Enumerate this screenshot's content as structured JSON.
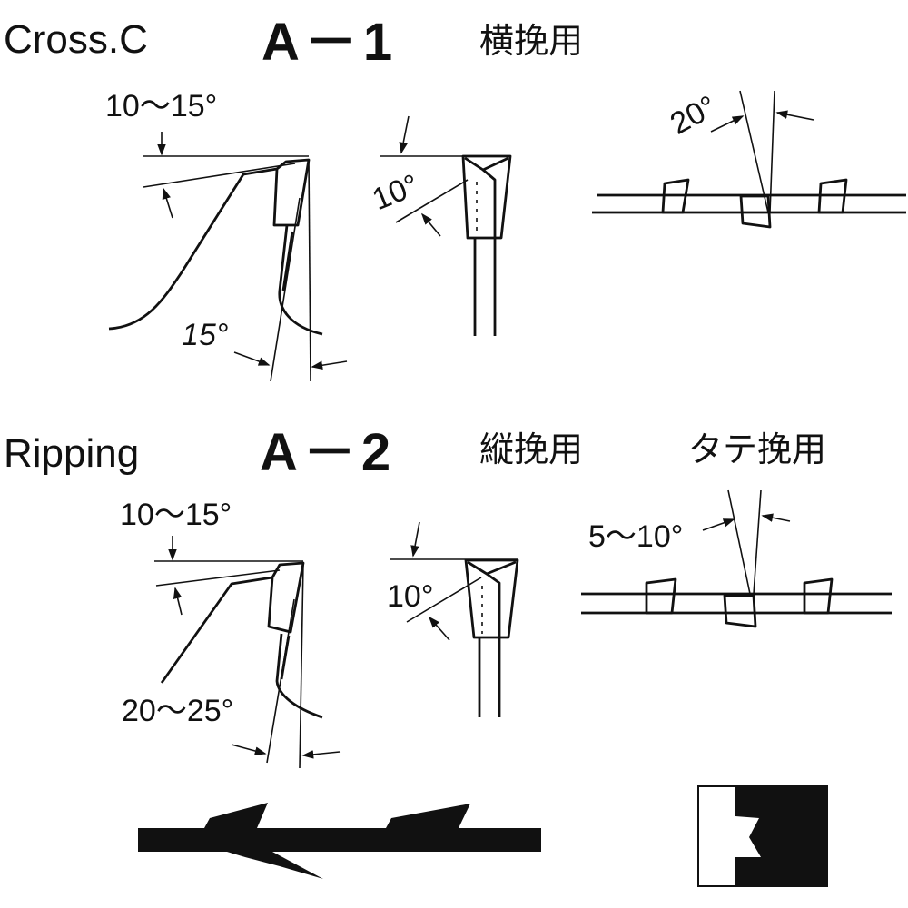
{
  "sections": [
    {
      "id": "cross-cut",
      "label_en": "Cross.C",
      "code": "A－1",
      "label_jp": "横挽用",
      "label_jp_alt": "",
      "angles": {
        "top_clearance": "10～15°",
        "hook": "15°",
        "side_clearance": "10°",
        "bevel": "20°"
      }
    },
    {
      "id": "ripping",
      "label_en": "Ripping",
      "code": "A－2",
      "label_jp": "縦挽用",
      "label_jp_alt": "タテ挽用",
      "angles": {
        "top_clearance": "10～15°",
        "hook": "20～25°",
        "side_clearance": "10°",
        "bevel": "5～10°"
      }
    }
  ],
  "icons": [
    "saw-blade-profile-icon",
    "tooth-grind-icon"
  ],
  "colors": {
    "ink": "#111111",
    "paper": "#ffffff"
  }
}
